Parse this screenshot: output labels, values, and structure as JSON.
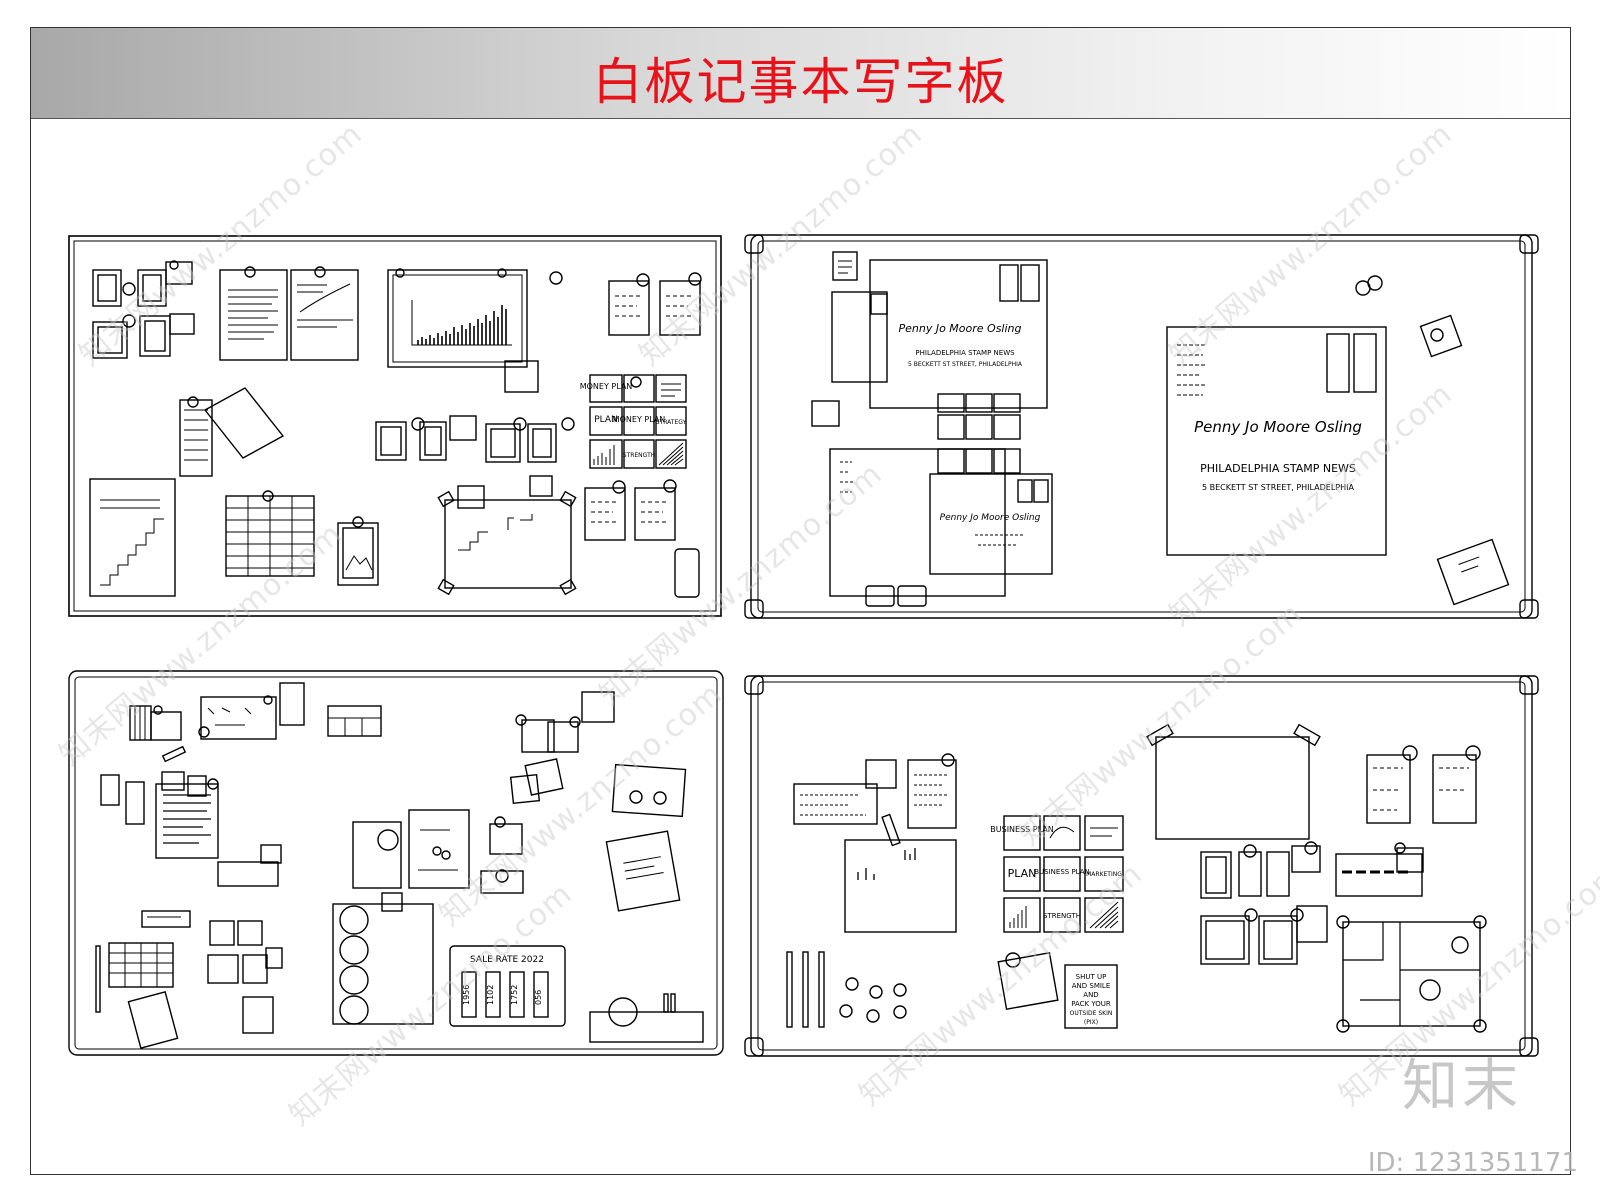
{
  "title": "白板记事本写字板",
  "logo": "知末",
  "id_label": "ID: 1231351171",
  "watermark": "知末网www.znzmo.com",
  "colors": {
    "title": "#e8121a",
    "line": "#000000"
  },
  "board1": {
    "notes": [
      "MONEY PLAN",
      "MONEY PLAN",
      "STRATEGY",
      "PLAN",
      "STRENGTH"
    ]
  },
  "board2": {
    "signature": "Penny Jo Moore Osling",
    "heading": "PHILADELPHIA STAMP NEWS",
    "address": "5 BECKETT ST STREET, PHILADELPHIA"
  },
  "board3": {
    "card_title": "SALE RATE 2022",
    "bars": [
      "1956",
      "1102",
      "1752",
      "056"
    ]
  },
  "board4": {
    "notes": [
      "BUSINESS PLAN",
      "PLAN",
      "BUSINESS PLAN",
      "MARKETING",
      "STRENGTH"
    ],
    "card": [
      "SHUT UP",
      "AND SMILE",
      "AND",
      "PACK YOUR",
      "OUTSIDE SKIN",
      "(PIX)"
    ]
  }
}
